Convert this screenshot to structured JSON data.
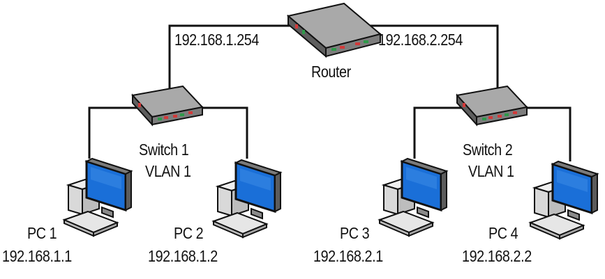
{
  "router": {
    "label": "Router"
  },
  "links": {
    "left_ip": "192.168.1.254",
    "right_ip": "192.168.2.254"
  },
  "switches": [
    {
      "name": "Switch 1",
      "vlan": "VLAN 1"
    },
    {
      "name": "Switch 2",
      "vlan": "VLAN 1"
    }
  ],
  "pcs": [
    {
      "name": "PC 1",
      "ip": "192.168.1.1"
    },
    {
      "name": "PC 2",
      "ip": "192.168.1.2"
    },
    {
      "name": "PC 3",
      "ip": "192.168.2.1"
    },
    {
      "name": "PC 4",
      "ip": "192.168.2.2"
    }
  ],
  "colors": {
    "line": "#111111",
    "device_top": "#a9a9a9",
    "device_front": "#7d7d7d",
    "screen": "#1a6fd8",
    "pc_body": "#d9d9d9",
    "led_red": "#d23a3a",
    "led_green": "#2f9a4a"
  }
}
